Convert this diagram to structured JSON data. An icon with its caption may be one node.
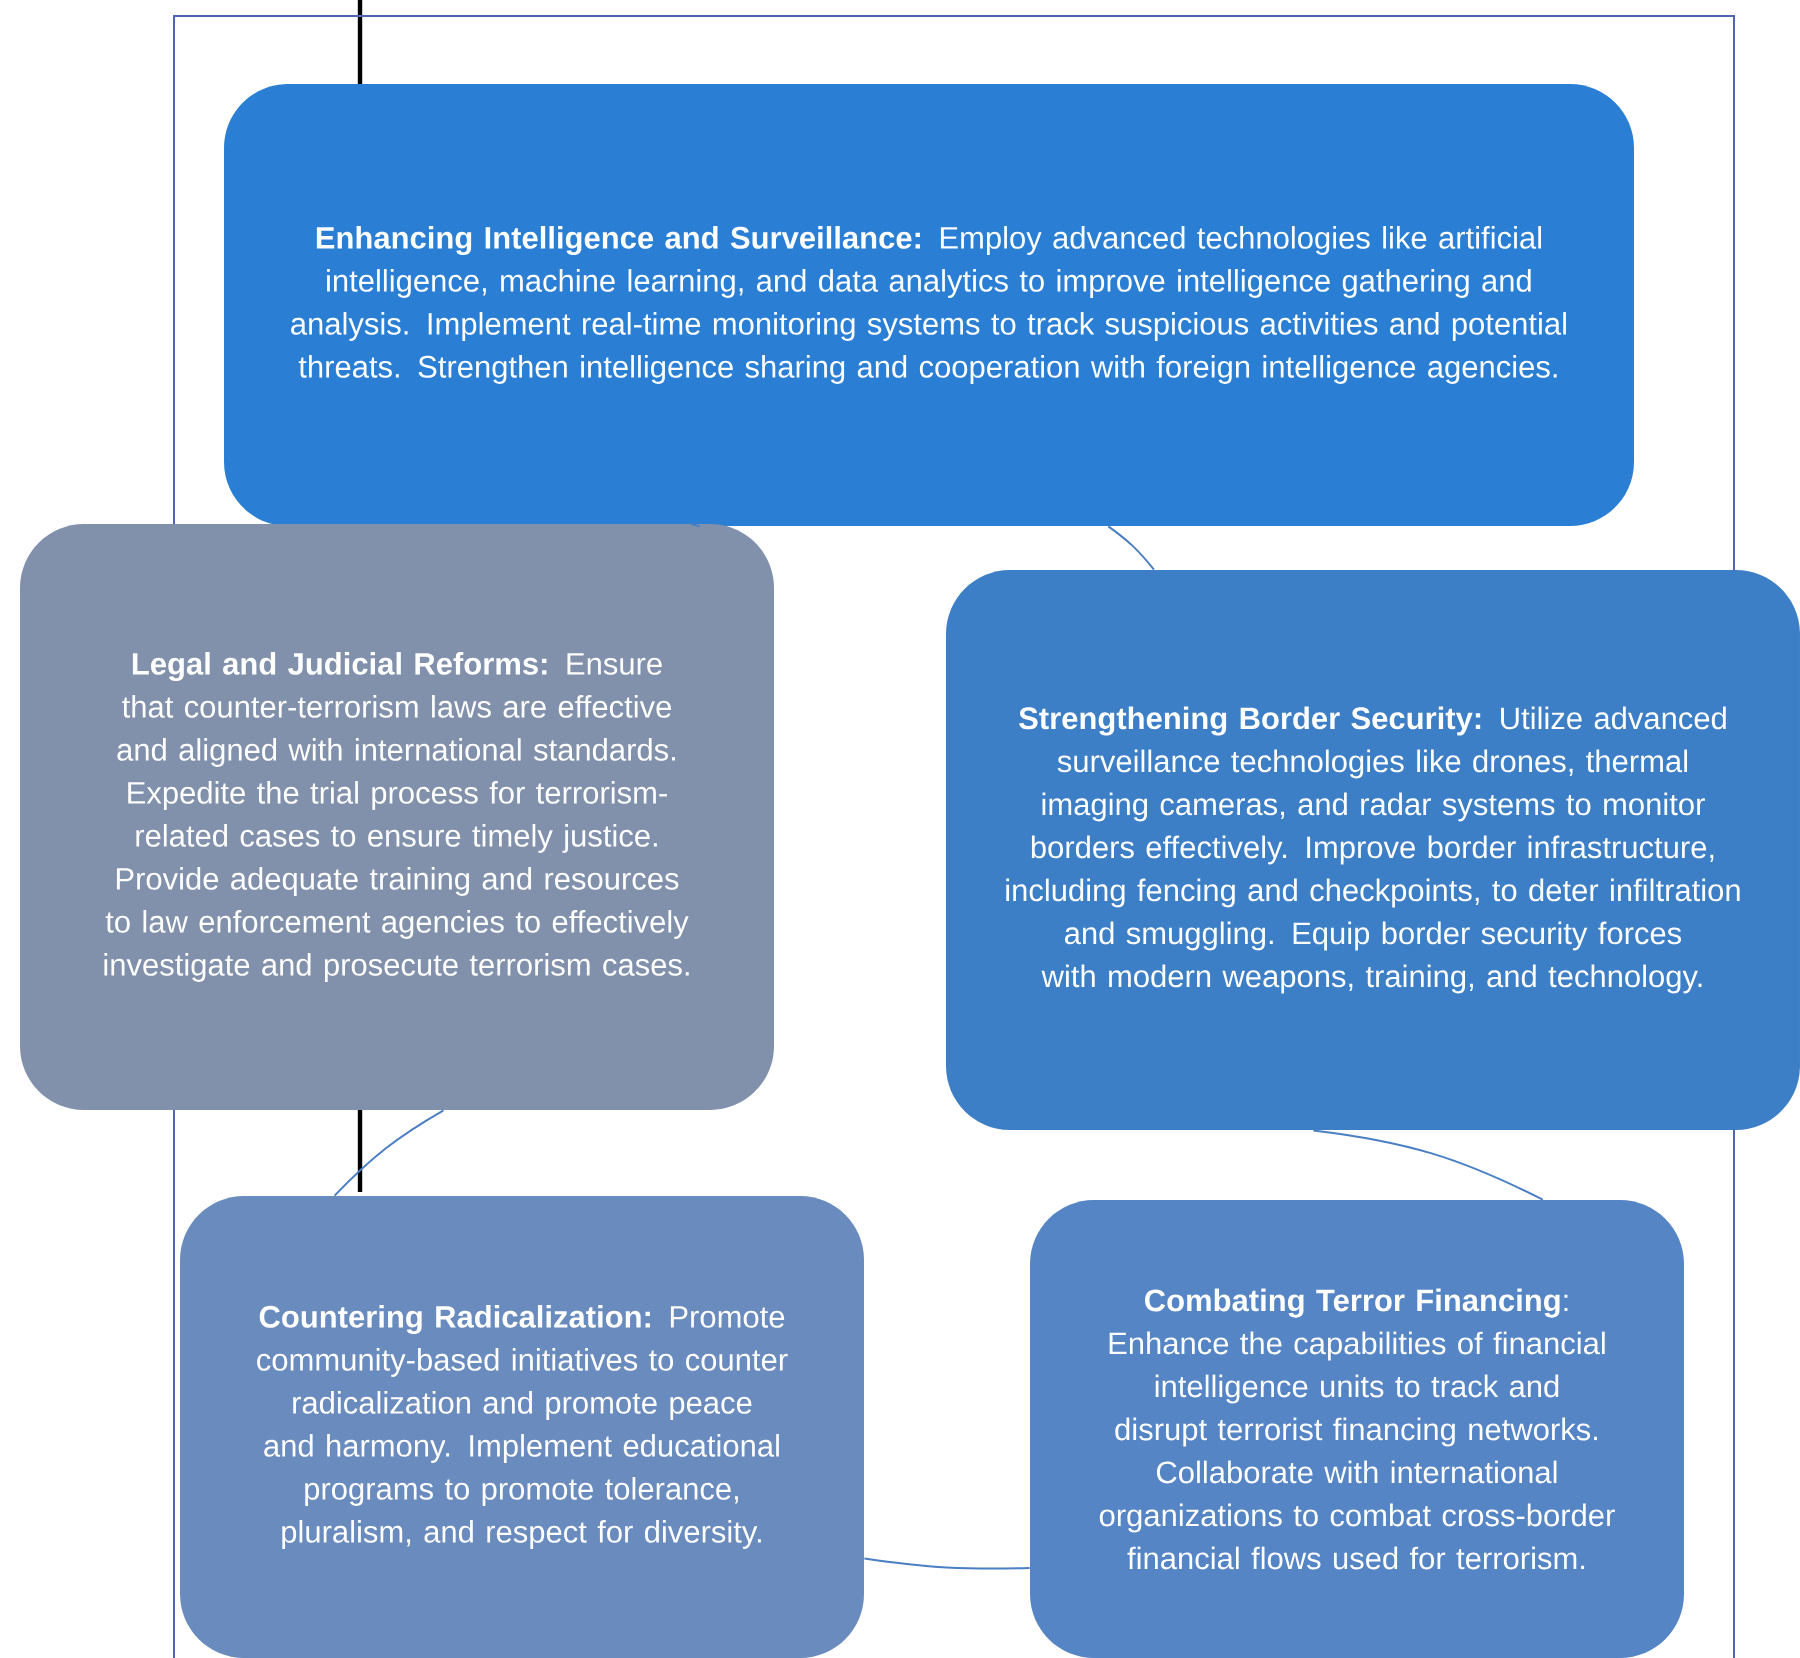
{
  "diagram": {
    "nodes": [
      {
        "text": [
          "**Enhancing Intelligence and Surveillance:** Employ advanced technologies like artificial intelligence, machine learning, and data analytics to improve intelligence gathering and analysis. Implement real-time monitoring systems to track suspicious activities and potential threats. Strengthen intelligence sharing and cooperation with foreign intelligence agencies."
        ]
      },
      {
        "text": [
          "**Legal and Judicial Reforms:** Ensure that counter-terrorism laws are effective and aligned with international standards. Expedite the trial process for terrorism-related cases to ensure timely justice. Provide adequate training and resources to law enforcement agencies to effectively investigate and prosecute terrorism cases."
        ]
      },
      {
        "text": [
          "**Strengthening Border Security:** Utilize advanced surveillance technologies like drones, thermal imaging cameras, and radar systems to monitor borders effectively. Improve border infrastructure, including fencing and checkpoints, to deter infiltration and smuggling. Equip border security forces with modern weapons, training, and technology."
        ]
      },
      {
        "text": [
          "**Countering Radicalization:** Promote community-based initiatives to counter radicalization and promote peace and harmony. Implement educational programs to promote tolerance, pluralism, and respect for diversity."
        ]
      },
      {
        "text": [
          "**Combating Terror Financing**: Enhance the capabilities of financial intelligence units to track and disrupt terrorist financing networks. Collaborate with international organizations to combat cross-border financial flows used for terrorism."
        ]
      }
    ],
    "edges": [
      {
        "from": 0,
        "to": 2,
        "arrow": "none"
      },
      {
        "from": 2,
        "to": 4,
        "arrow": "none"
      },
      {
        "from": 4,
        "to": 3,
        "arrow": "none"
      },
      {
        "from": 3,
        "to": 1,
        "arrow": "none"
      },
      {
        "from": 1,
        "to": 0,
        "arrow": "none"
      }
    ]
  }
}
